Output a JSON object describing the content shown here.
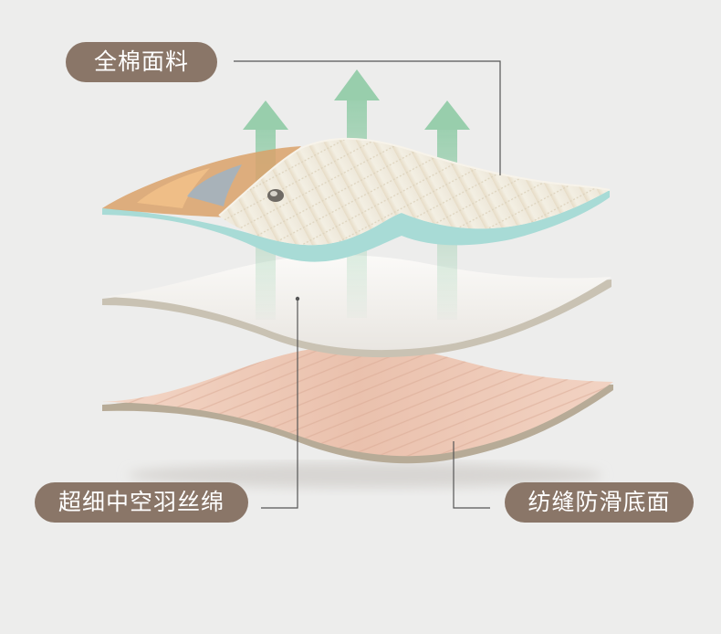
{
  "labels": {
    "top_layer": "全棉面料",
    "middle_layer": "超细中空羽丝绵",
    "bottom_layer": "纺缝防滑底面"
  },
  "colors": {
    "background": "#ededec",
    "label_fill": "#8a7668",
    "label_text": "#ffffff",
    "arrow": "#8fcba6",
    "cotton_surface": "#f0ece0",
    "fabric_edge": "#a8dbd6",
    "fiber_layer": "#f6f4f1",
    "anti_slip_surface": "#ecc7b4"
  }
}
